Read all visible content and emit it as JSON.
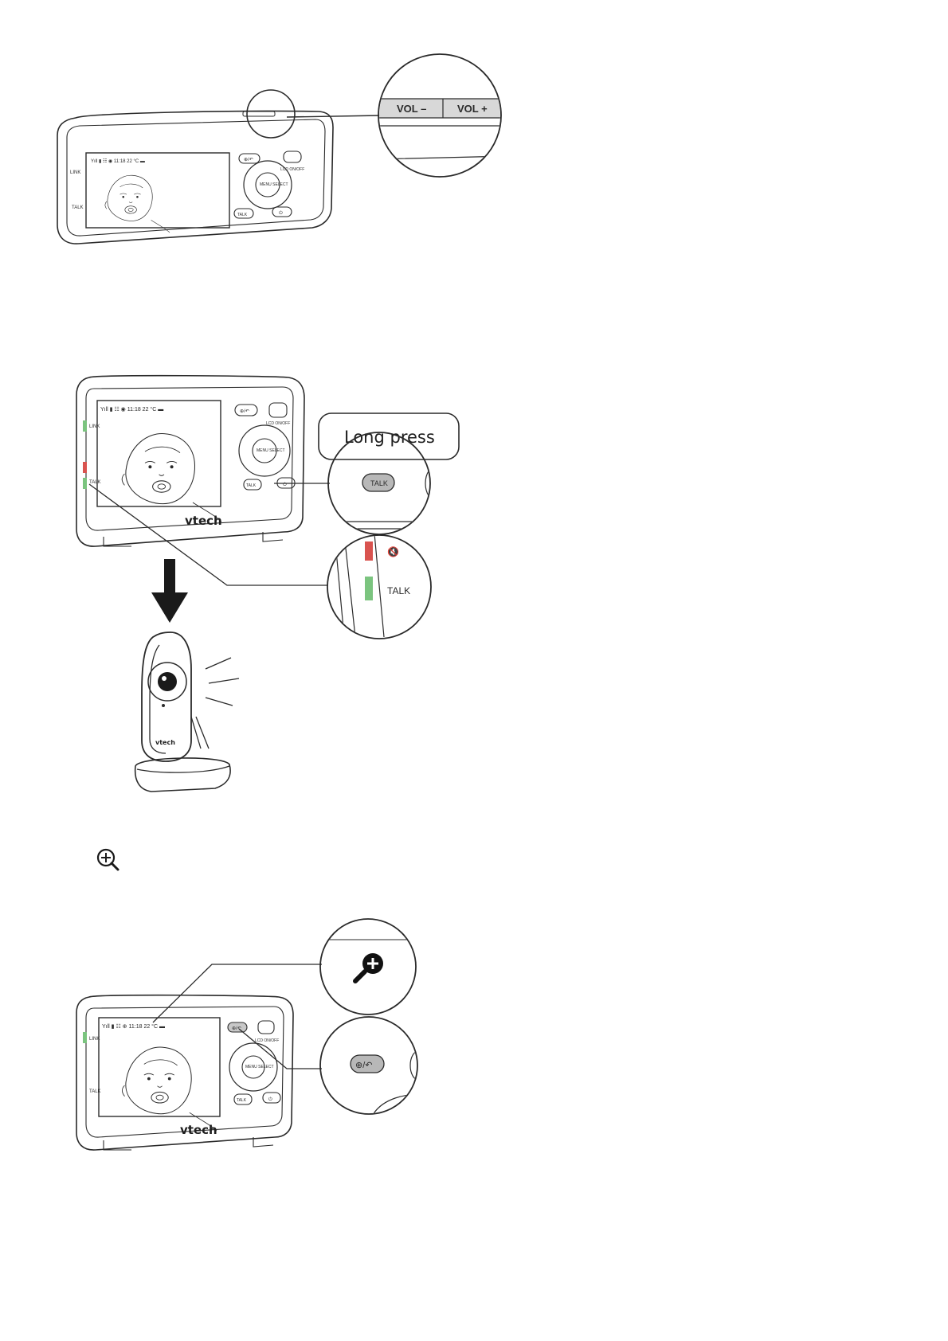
{
  "figure1": {
    "callout_vol_minus": "VOL –",
    "callout_vol_plus": "VOL +"
  },
  "figure2": {
    "brand": "vtech",
    "callout_long_press": "Long press",
    "callout_talk_button": "TALK",
    "callout_talk_side": "TALK",
    "camera_brand": "vtech"
  },
  "figure3": {
    "brand": "vtech"
  },
  "monitor_labels": {
    "side_link": "LINK",
    "side_talk": "TALK",
    "menu_select": "MENU SELECT",
    "lcd_on_off": "LCD ON/OFF",
    "talk_button": "TALK"
  },
  "icons": {
    "zoom_in": "zoom-in-icon"
  }
}
